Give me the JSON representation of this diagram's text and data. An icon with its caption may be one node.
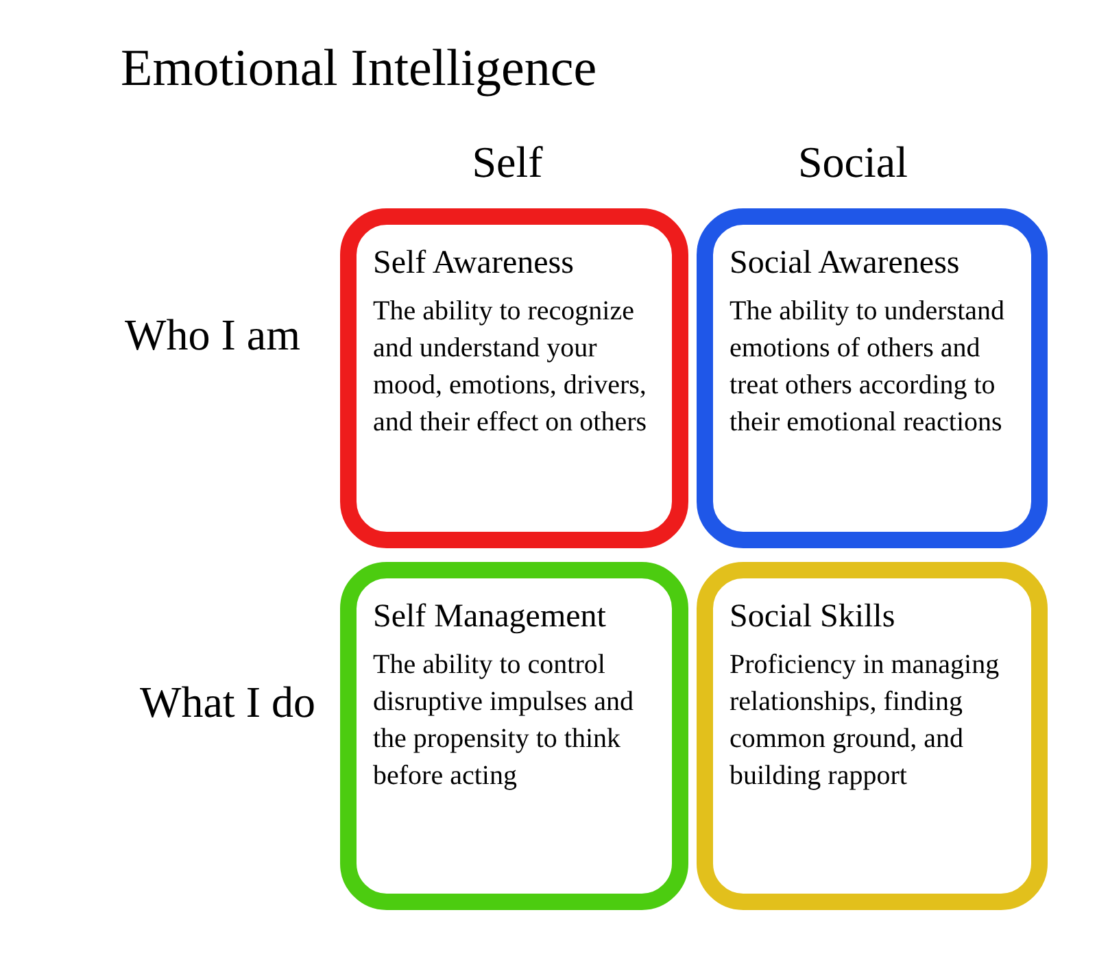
{
  "diagram": {
    "title": "Emotional Intelligence",
    "nodes": [
      {
        "text": [
          "Self Awareness",
          "The ability to recognize and understand your mood, emotions, drivers, and their effect on others"
        ]
      },
      {
        "text": [
          "Social Awareness",
          "The ability to understand emotions of others and treat others according to their emotional reactions"
        ]
      },
      {
        "text": [
          "Self Management",
          "The ability to control disruptive impulses and the propensity to think before acting"
        ]
      },
      {
        "text": [
          "Social Skills",
          "Proficiency in managing relationships, finding common ground, and building rapport"
        ]
      }
    ],
    "edges": [],
    "labels": [
      "Self",
      "Social",
      "Who I am",
      "What I do"
    ]
  }
}
